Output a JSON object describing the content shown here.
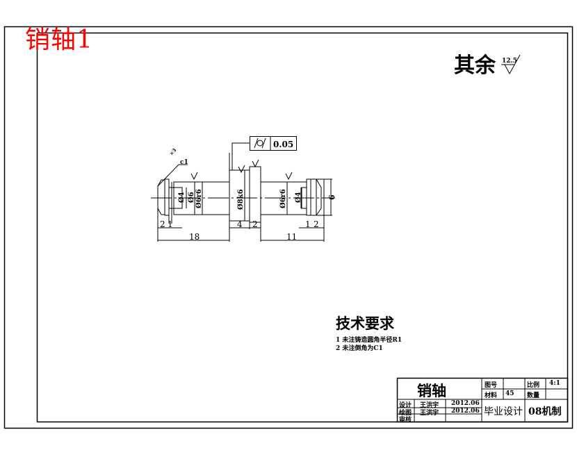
{
  "drawing": {
    "overlay_title": "销轴1",
    "roughness_note": {
      "label": "其余",
      "value": "12.5"
    },
    "tolerance_frame": {
      "symbol": "cylindricity",
      "value": "0.05"
    },
    "dimensions": {
      "chamfer_left_angle": "×3",
      "chamfer_left_size": "c1",
      "dia_left_small": "Ø4",
      "dia_left_shaft": "Ø6",
      "dia_left_fit": "Ø6r6",
      "dia_center": "Ø8k6",
      "dia_right_fit": "Ø6r6",
      "dia_right_small": "Ø4",
      "dia_right_head": "6",
      "len_left_2": "2",
      "len_left_1": "1",
      "len_left_total": "18",
      "len_center_4": "4",
      "len_center_2": "2",
      "len_right_1": "1",
      "len_right_2": "2",
      "len_right_total": "11"
    },
    "tech_requirements": {
      "title": "技术要求",
      "items": [
        "1  未注铸造圆角半径R1",
        "2  未注倒角为C1"
      ]
    },
    "title_block": {
      "part_name": "销轴",
      "drawing_no_label": "图号",
      "drawing_no_value": "",
      "scale_label": "比例",
      "scale_value": "4:1",
      "material_label": "材料",
      "material_value": "45",
      "quantity_label": "数量",
      "quantity_value": "",
      "design_label": "设计",
      "design_name": "王洪宇",
      "design_date": "2012.06",
      "draw_label": "绘图",
      "draw_name": "王洪宇",
      "draw_date": "2012.06",
      "review_label": "审核",
      "review_name": "",
      "review_date": "",
      "project": "毕业设计",
      "class": "08机制"
    }
  }
}
